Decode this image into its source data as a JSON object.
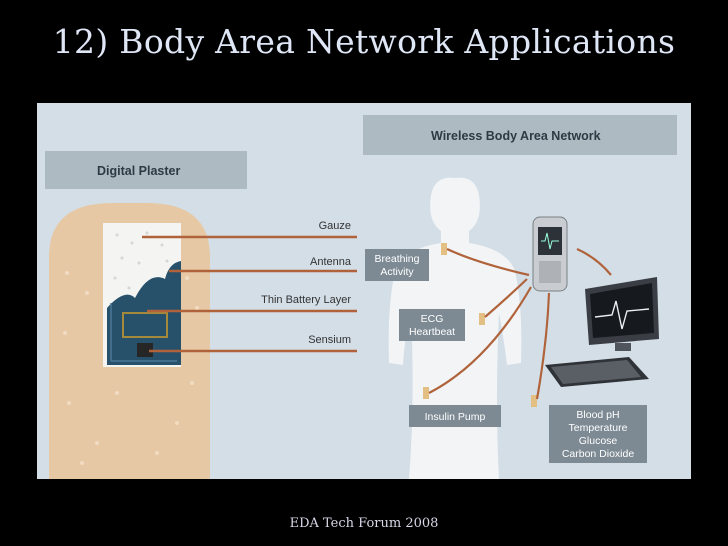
{
  "slide": {
    "title": "12) Body Area Network Applications",
    "footer": "EDA Tech Forum 2008"
  },
  "diagram": {
    "plaster_title": "Digital Plaster",
    "network_title": "Wireless Body Area Network",
    "plaster_layers": [
      "Gauze",
      "Antenna",
      "Thin Battery Layer",
      "Sensium"
    ],
    "sensors": {
      "breathing": [
        "Breathing",
        "Activity"
      ],
      "ecg": [
        "ECG",
        "Heartbeat"
      ],
      "insulin": "Insulin Pump",
      "blood": [
        "Blood pH",
        "Temperature",
        "Glucose",
        "Carbon Dioxide"
      ]
    }
  },
  "colors": {
    "background": "#000000",
    "panel": "#d3dee7",
    "label_box": "#7d8a93",
    "plaster": "#e7c8a4",
    "lead_line": "#b0633a"
  }
}
